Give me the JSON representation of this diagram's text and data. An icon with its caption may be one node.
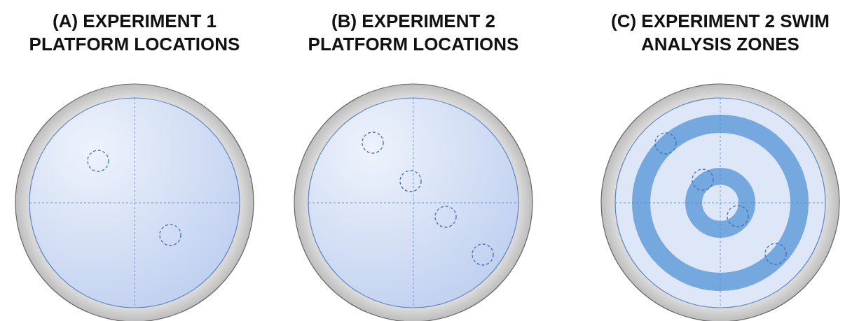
{
  "diagram": {
    "labels": [
      "(A) EXPERIMENT 1 PLATFORM LOCATIONS",
      "(B) EXPERIMENT 2 PLATFORM LOCATIONS",
      "(C) EXPERIMENT 2 SWIM ANALYSIS ZONES"
    ]
  }
}
